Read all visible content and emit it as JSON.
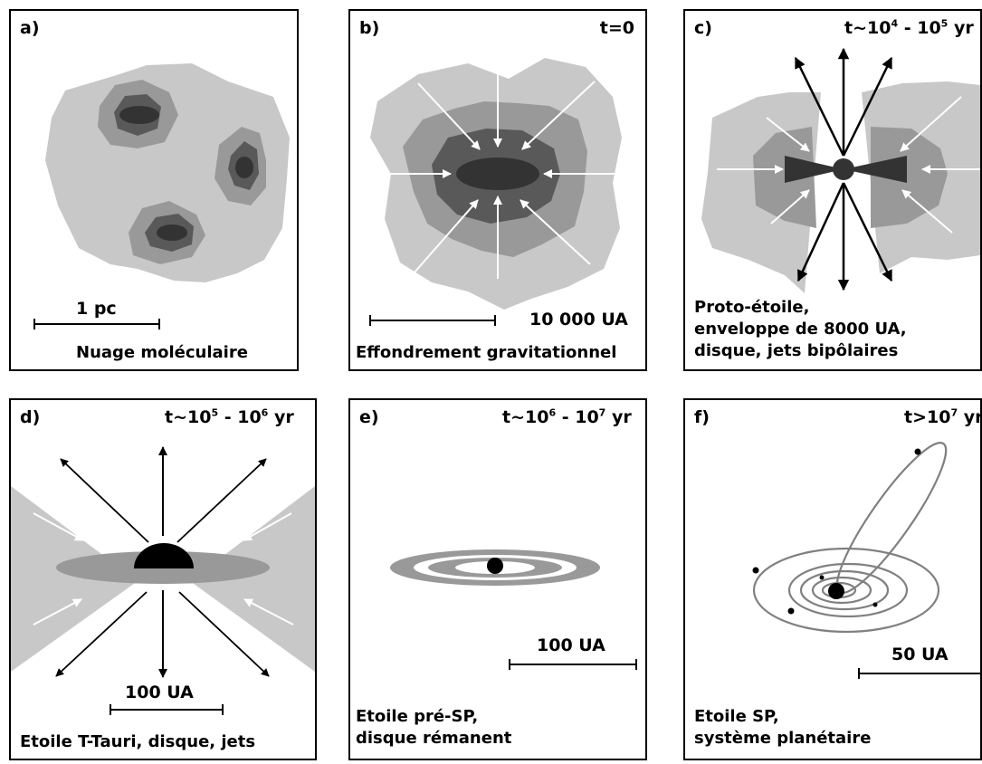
{
  "panels": [
    {
      "label": "a)",
      "time": "",
      "scale": "1 pc",
      "caption": [
        "Nuage moléculaire"
      ]
    },
    {
      "label": "b)",
      "time": "t=0",
      "scale": "10 000 UA",
      "caption": [
        "Effondrement gravitationnel"
      ]
    },
    {
      "label": "c)",
      "time": {
        "prefix": "t~10",
        "exp1": "4",
        "mid": " - 10",
        "exp2": "5",
        "suffix": " yr"
      },
      "scale": "",
      "caption": [
        "Proto-étoile,",
        "enveloppe de 8000 UA,",
        "disque, jets bipôlaires"
      ]
    },
    {
      "label": "d)",
      "time": {
        "prefix": "t~10",
        "exp1": "5",
        "mid": " - 10",
        "exp2": "6",
        "suffix": " yr"
      },
      "scale": "100 UA",
      "caption": [
        "Etoile T-Tauri, disque, jets"
      ]
    },
    {
      "label": "e)",
      "time": {
        "prefix": "t~10",
        "exp1": "6",
        "mid": " - 10",
        "exp2": "7",
        "suffix": " yr"
      },
      "scale": "100 UA",
      "caption": [
        "Etoile pré-SP,",
        "disque rémanent"
      ]
    },
    {
      "label": "f)",
      "time": {
        "prefix": "t>10",
        "exp1": "7",
        "suffix": " yr"
      },
      "scale": "50 UA",
      "caption": [
        "Etoile SP,",
        "système planétaire"
      ]
    }
  ],
  "colors": {
    "light": "#c8c8c8",
    "mid": "#999999",
    "dark": "#595959",
    "core": "#333333",
    "black": "#000000"
  }
}
